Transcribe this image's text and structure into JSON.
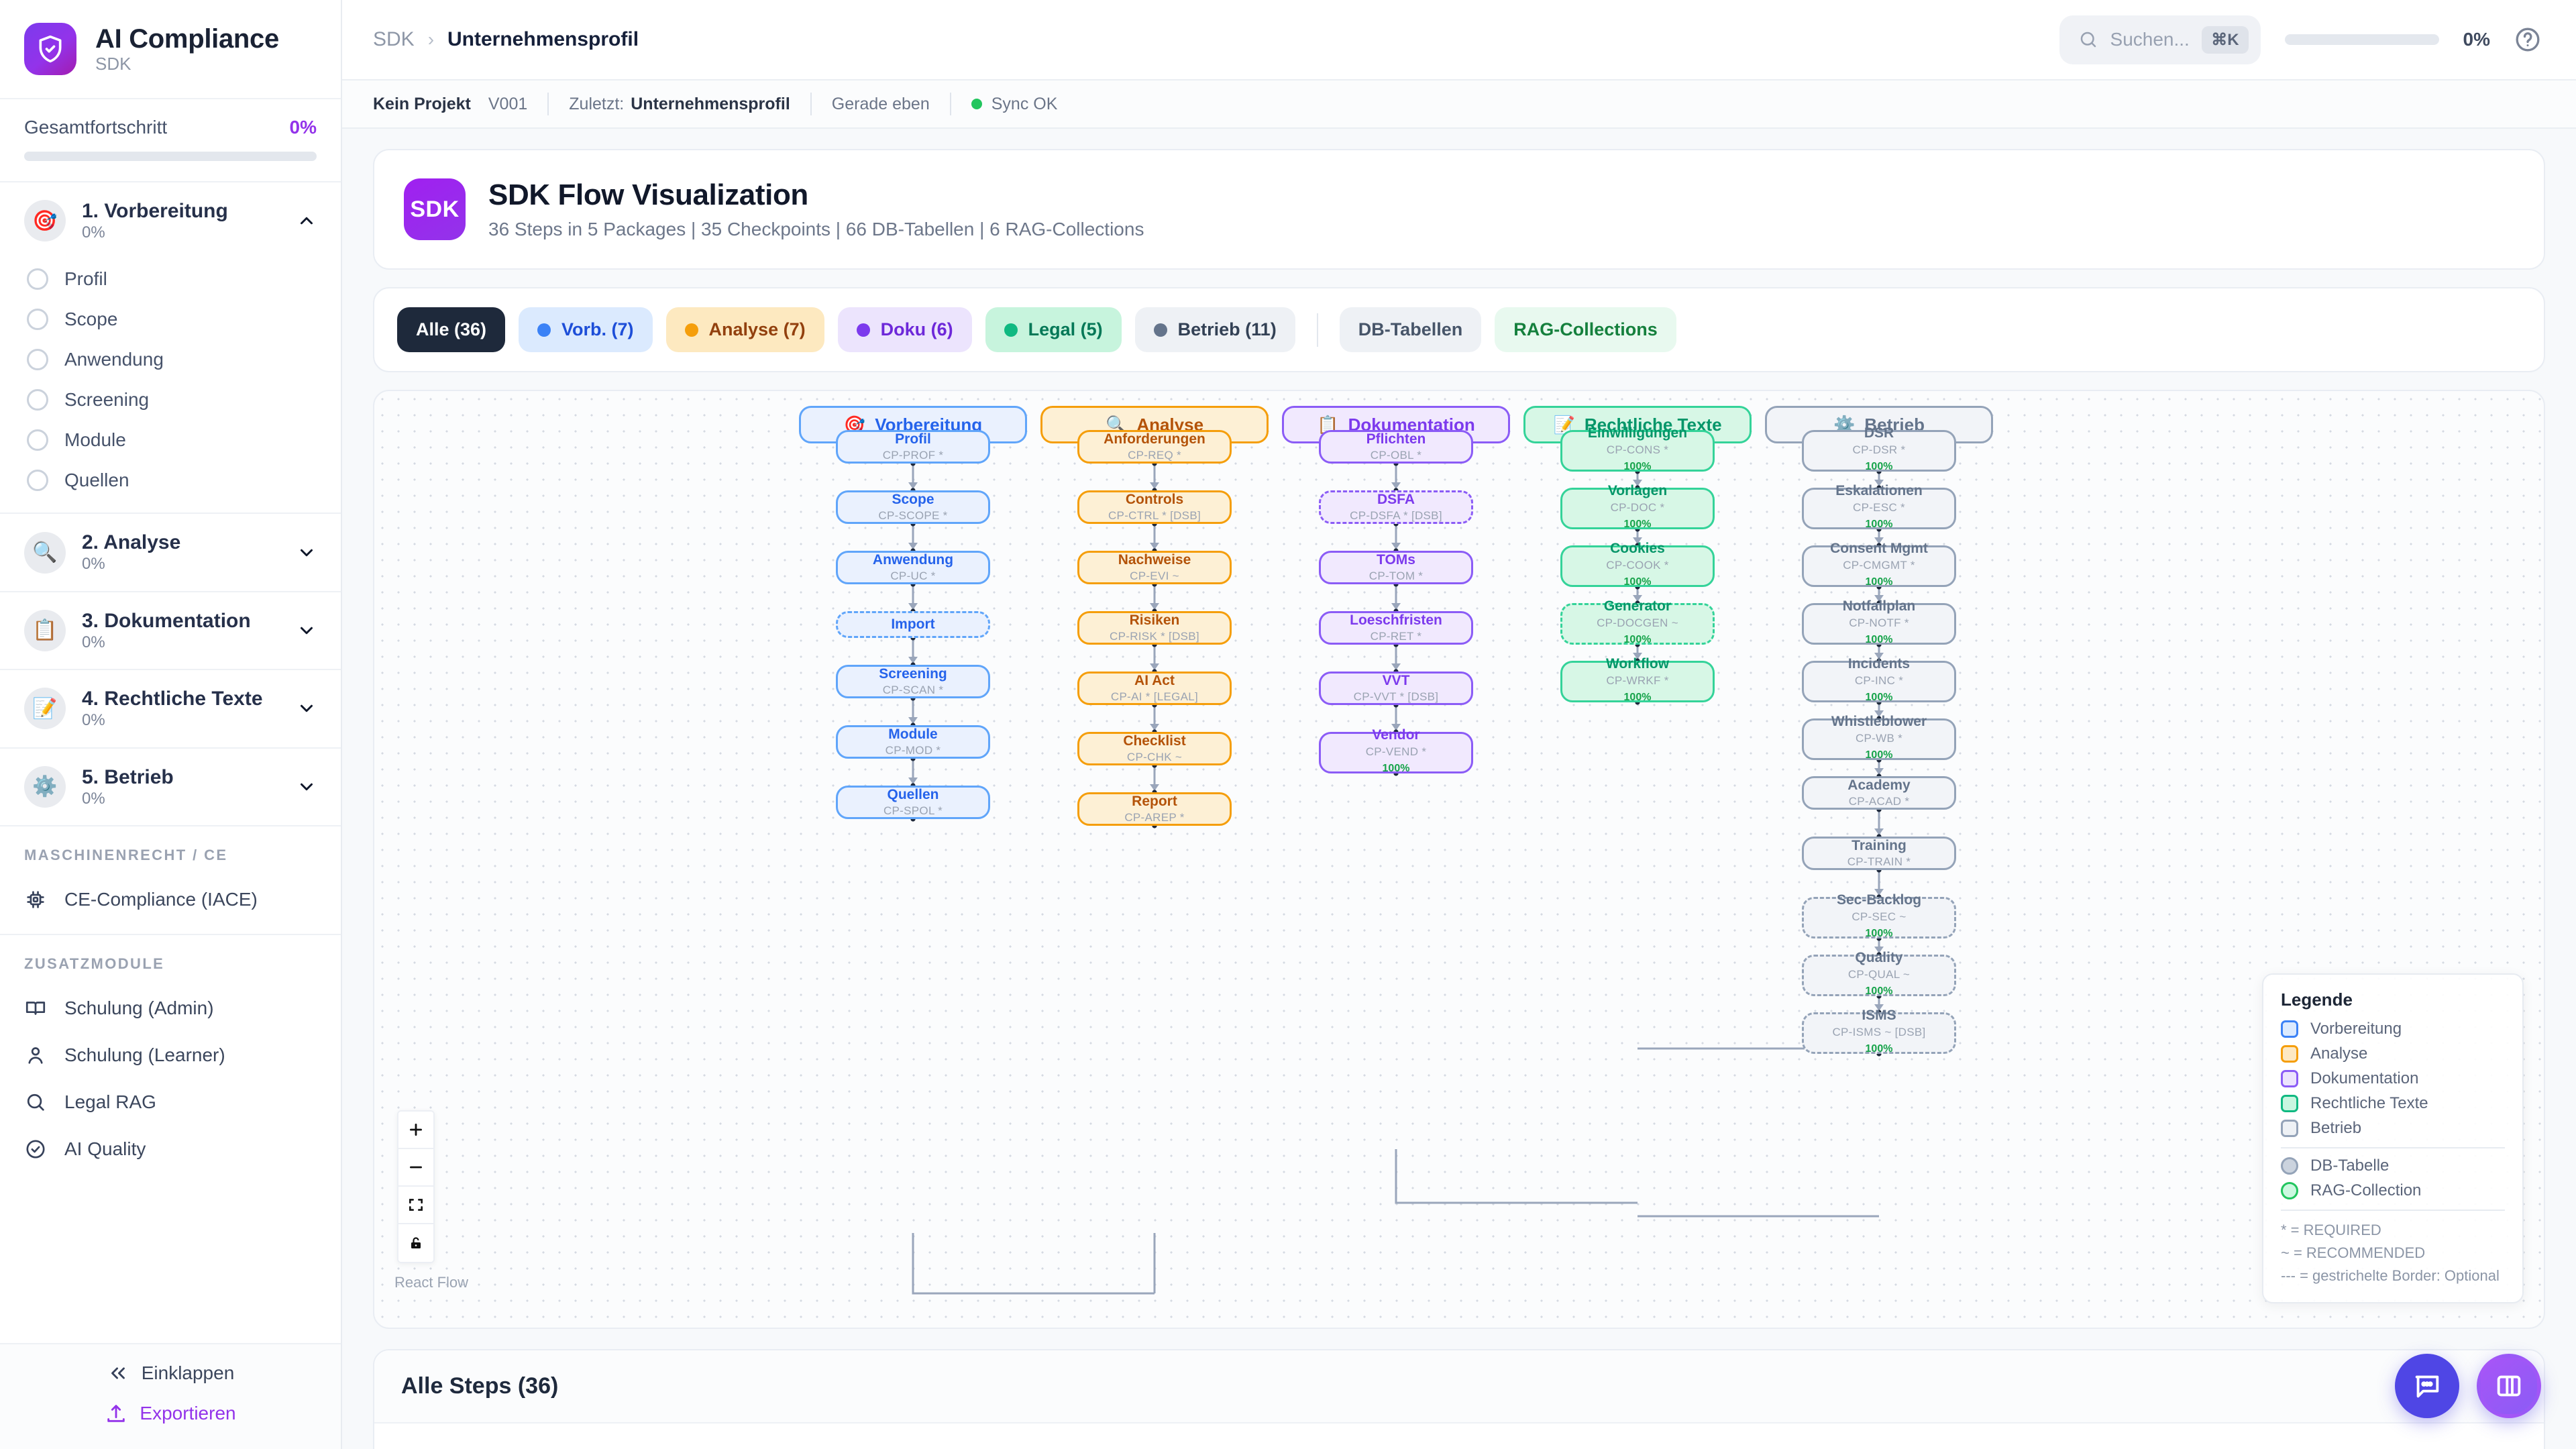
{
  "sidebar": {
    "brand": {
      "title": "AI Compliance",
      "subtitle": "SDK",
      "logo_icon": "shield-check-icon"
    },
    "progress": {
      "label": "Gesamtfortschritt",
      "value": "0%",
      "percent": 0
    },
    "phases": [
      {
        "name": "1. Vorbereitung",
        "percent": "0%",
        "emoji": "🎯",
        "expanded": true,
        "steps": [
          "Profil",
          "Scope",
          "Anwendung",
          "Screening",
          "Module",
          "Quellen"
        ]
      },
      {
        "name": "2. Analyse",
        "percent": "0%",
        "emoji": "🔍",
        "expanded": false,
        "steps": []
      },
      {
        "name": "3. Dokumentation",
        "percent": "0%",
        "emoji": "📋",
        "expanded": false,
        "steps": []
      },
      {
        "name": "4. Rechtliche Texte",
        "percent": "0%",
        "emoji": "📝",
        "expanded": false,
        "steps": []
      },
      {
        "name": "5. Betrieb",
        "percent": "0%",
        "emoji": "⚙️",
        "expanded": false,
        "steps": []
      }
    ],
    "section_machine": {
      "title": "MASCHINENRECHT / CE",
      "items": [
        {
          "label": "CE-Compliance (IACE)",
          "icon": "chip-icon"
        }
      ]
    },
    "section_extra": {
      "title": "ZUSATZMODULE",
      "items": [
        {
          "label": "Schulung (Admin)",
          "icon": "book-icon"
        },
        {
          "label": "Schulung (Learner)",
          "icon": "user-icon"
        },
        {
          "label": "Legal RAG",
          "icon": "search-icon"
        },
        {
          "label": "AI Quality",
          "icon": "check-circle-icon"
        }
      ]
    },
    "footer": {
      "collapse_label": "Einklappen",
      "export_label": "Exportieren"
    }
  },
  "topbar": {
    "breadcrumb_root": "SDK",
    "breadcrumb_sep": "›",
    "breadcrumb_current": "Unternehmensprofil",
    "search_placeholder": "Suchen...",
    "search_kbd": "⌘K",
    "progress_value": "0%",
    "help_icon": "help-circle-icon"
  },
  "metabar": {
    "project": "Kein Projekt",
    "version": "V001",
    "last_label": "Zuletzt:",
    "last_value": "Unternehmensprofil",
    "time": "Gerade eben",
    "sync": "Sync OK"
  },
  "hero": {
    "badge": "SDK",
    "title": "SDK Flow Visualization",
    "subtitle": "36 Steps in 5 Packages | 35 Checkpoints | 66 DB-Tabellen | 6 RAG-Collections"
  },
  "filters": [
    {
      "label": "Alle (36)",
      "variant": "all"
    },
    {
      "label": "Vorb. (7)",
      "dot": "#3b82f6",
      "bg": "#dbeafe",
      "fg": "#1d4ed8"
    },
    {
      "label": "Analyse (7)",
      "dot": "#f59e0b",
      "bg": "#fde9c0",
      "fg": "#92400e"
    },
    {
      "label": "Doku (6)",
      "dot": "#7c3aed",
      "bg": "#ece4fd",
      "fg": "#6d28d9"
    },
    {
      "label": "Legal (5)",
      "dot": "#10b981",
      "bg": "#c7f4dd",
      "fg": "#047857"
    },
    {
      "label": "Betrieb (11)",
      "dot": "#64748b",
      "bg": "#eef1f5",
      "fg": "#334155"
    },
    {
      "label": "DB-Tabellen",
      "bg": "#eef1f5",
      "fg": "#475569"
    },
    {
      "label": "RAG-Collections",
      "bg": "#e8f9ef",
      "fg": "#15803d"
    }
  ],
  "chart_data": {
    "type": "diagram-flow",
    "title": "SDK Flow Visualization",
    "lanes": [
      {
        "id": "vorb",
        "label": "Vorbereitung",
        "emoji": "🎯",
        "bg": "#eaf1fe",
        "border": "#60a5fa",
        "fg": "#2563eb"
      },
      {
        "id": "ana",
        "label": "Analyse",
        "emoji": "🔍",
        "bg": "#fdf0d5",
        "border": "#f59e0b",
        "fg": "#b45309"
      },
      {
        "id": "doku",
        "label": "Dokumentation",
        "emoji": "📋",
        "bg": "#f1e9fe",
        "border": "#8b5cf6",
        "fg": "#7c3aed"
      },
      {
        "id": "legal",
        "label": "Rechtliche Texte",
        "emoji": "📝",
        "bg": "#d7f7e6",
        "border": "#34d399",
        "fg": "#059669"
      },
      {
        "id": "betr",
        "label": "Betrieb",
        "emoji": "⚙️",
        "bg": "#f2f4f8",
        "border": "#94a3b8",
        "fg": "#64748b"
      }
    ],
    "nodes": [
      {
        "lane": "vorb",
        "title": "Profil",
        "code": "CP-PROF *",
        "pct": null,
        "dashed": false
      },
      {
        "lane": "vorb",
        "title": "Scope",
        "code": "CP-SCOPE *",
        "pct": null,
        "dashed": false
      },
      {
        "lane": "vorb",
        "title": "Anwendung",
        "code": "CP-UC *",
        "pct": null,
        "dashed": false
      },
      {
        "lane": "vorb",
        "title": "Import",
        "code": "",
        "pct": null,
        "dashed": true
      },
      {
        "lane": "vorb",
        "title": "Screening",
        "code": "CP-SCAN *",
        "pct": null,
        "dashed": false
      },
      {
        "lane": "vorb",
        "title": "Module",
        "code": "CP-MOD *",
        "pct": null,
        "dashed": false
      },
      {
        "lane": "vorb",
        "title": "Quellen",
        "code": "CP-SPOL *",
        "pct": null,
        "dashed": false
      },
      {
        "lane": "ana",
        "title": "Anforderungen",
        "code": "CP-REQ *",
        "pct": null,
        "dashed": false
      },
      {
        "lane": "ana",
        "title": "Controls",
        "code": "CP-CTRL * [DSB]",
        "pct": null,
        "dashed": false
      },
      {
        "lane": "ana",
        "title": "Nachweise",
        "code": "CP-EVI ~",
        "pct": null,
        "dashed": false
      },
      {
        "lane": "ana",
        "title": "Risiken",
        "code": "CP-RISK * [DSB]",
        "pct": null,
        "dashed": false
      },
      {
        "lane": "ana",
        "title": "AI Act",
        "code": "CP-AI * [LEGAL]",
        "pct": null,
        "dashed": false
      },
      {
        "lane": "ana",
        "title": "Checklist",
        "code": "CP-CHK ~",
        "pct": null,
        "dashed": false
      },
      {
        "lane": "ana",
        "title": "Report",
        "code": "CP-AREP *",
        "pct": null,
        "dashed": false
      },
      {
        "lane": "doku",
        "title": "Pflichten",
        "code": "CP-OBL *",
        "pct": null,
        "dashed": false
      },
      {
        "lane": "doku",
        "title": "DSFA",
        "code": "CP-DSFA * [DSB]",
        "pct": null,
        "dashed": true
      },
      {
        "lane": "doku",
        "title": "TOMs",
        "code": "CP-TOM *",
        "pct": null,
        "dashed": false
      },
      {
        "lane": "doku",
        "title": "Loeschfristen",
        "code": "CP-RET *",
        "pct": null,
        "dashed": false
      },
      {
        "lane": "doku",
        "title": "VVT",
        "code": "CP-VVT * [DSB]",
        "pct": null,
        "dashed": false
      },
      {
        "lane": "doku",
        "title": "Vendor",
        "code": "CP-VEND *",
        "pct": "100%",
        "dashed": false
      },
      {
        "lane": "legal",
        "title": "Einwilligungen",
        "code": "CP-CONS *",
        "pct": "100%",
        "dashed": false
      },
      {
        "lane": "legal",
        "title": "Vorlagen",
        "code": "CP-DOC *",
        "pct": "100%",
        "dashed": false
      },
      {
        "lane": "legal",
        "title": "Cookies",
        "code": "CP-COOK *",
        "pct": "100%",
        "dashed": false
      },
      {
        "lane": "legal",
        "title": "Generator",
        "code": "CP-DOCGEN ~",
        "pct": "100%",
        "dashed": true
      },
      {
        "lane": "legal",
        "title": "Workflow",
        "code": "CP-WRKF *",
        "pct": "100%",
        "dashed": false
      },
      {
        "lane": "betr",
        "title": "DSR",
        "code": "CP-DSR *",
        "pct": "100%",
        "dashed": false
      },
      {
        "lane": "betr",
        "title": "Eskalationen",
        "code": "CP-ESC *",
        "pct": "100%",
        "dashed": false
      },
      {
        "lane": "betr",
        "title": "Consent Mgmt",
        "code": "CP-CMGMT *",
        "pct": "100%",
        "dashed": false
      },
      {
        "lane": "betr",
        "title": "Notfallplan",
        "code": "CP-NOTF *",
        "pct": "100%",
        "dashed": false
      },
      {
        "lane": "betr",
        "title": "Incidents",
        "code": "CP-INC *",
        "pct": "100%",
        "dashed": false
      },
      {
        "lane": "betr",
        "title": "Whistleblower",
        "code": "CP-WB *",
        "pct": "100%",
        "dashed": false
      },
      {
        "lane": "betr",
        "title": "Academy",
        "code": "CP-ACAD *",
        "pct": null,
        "dashed": false
      },
      {
        "lane": "betr",
        "title": "Training",
        "code": "CP-TRAIN *",
        "pct": null,
        "dashed": false
      },
      {
        "lane": "betr",
        "title": "Sec-Backlog",
        "code": "CP-SEC ~",
        "pct": "100%",
        "dashed": true
      },
      {
        "lane": "betr",
        "title": "Quality",
        "code": "CP-QUAL ~",
        "pct": "100%",
        "dashed": true
      },
      {
        "lane": "betr",
        "title": "ISMS",
        "code": "CP-ISMS ~ [DSB]",
        "pct": "100%",
        "dashed": true
      }
    ]
  },
  "legend": {
    "title": "Legende",
    "groups": [
      {
        "label": "Vorbereitung",
        "bg": "#dbeafe",
        "border": "#3b82f6"
      },
      {
        "label": "Analyse",
        "bg": "#fde8c3",
        "border": "#f59e0b"
      },
      {
        "label": "Dokumentation",
        "bg": "#ece4fd",
        "border": "#8b5cf6"
      },
      {
        "label": "Rechtliche Texte",
        "bg": "#c9f6e0",
        "border": "#10b981"
      },
      {
        "label": "Betrieb",
        "bg": "#eef1f5",
        "border": "#94a3b8"
      }
    ],
    "items": [
      {
        "label": "DB-Tabelle",
        "bg": "#cbd3de",
        "border": "#94a3b8"
      },
      {
        "label": "RAG-Collection",
        "bg": "#ccf8e0",
        "border": "#22c55e"
      }
    ],
    "notes": [
      "* = REQUIRED",
      "~ = RECOMMENDED",
      "--- = gestrichelte Border: Optional"
    ]
  },
  "flow_controls": {
    "zoom_in": "plus-icon",
    "zoom_out": "minus-icon",
    "fit_view": "fit-view-icon",
    "lock": "lock-icon",
    "attribution": "React Flow"
  },
  "steps_section": {
    "title": "Alle Steps (36)"
  },
  "fabs": [
    {
      "name": "chat-fab",
      "icon": "chat-bubble-icon"
    },
    {
      "name": "panel-fab",
      "icon": "columns-icon"
    }
  ],
  "colors": {
    "accent": "#9333ea",
    "success": "#22c55e",
    "dark": "#1e293b"
  }
}
